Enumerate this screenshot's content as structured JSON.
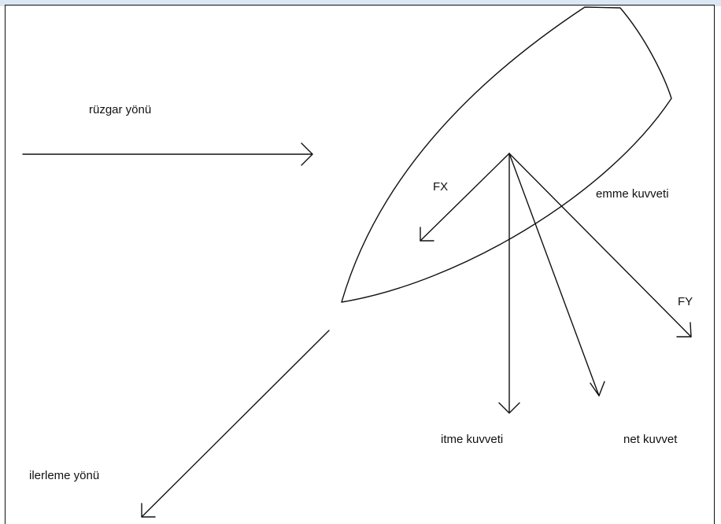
{
  "labels": {
    "wind_direction": "rüzgar yönü",
    "fx": "FX",
    "suction_force": "emme kuvveti",
    "fy": "FY",
    "thrust_force": "itme kuvveti",
    "net_force": "net kuvvet",
    "travel_direction": "ilerleme yönü"
  },
  "colors": {
    "stroke": "#111111",
    "top_band": "#dbe8f4"
  }
}
